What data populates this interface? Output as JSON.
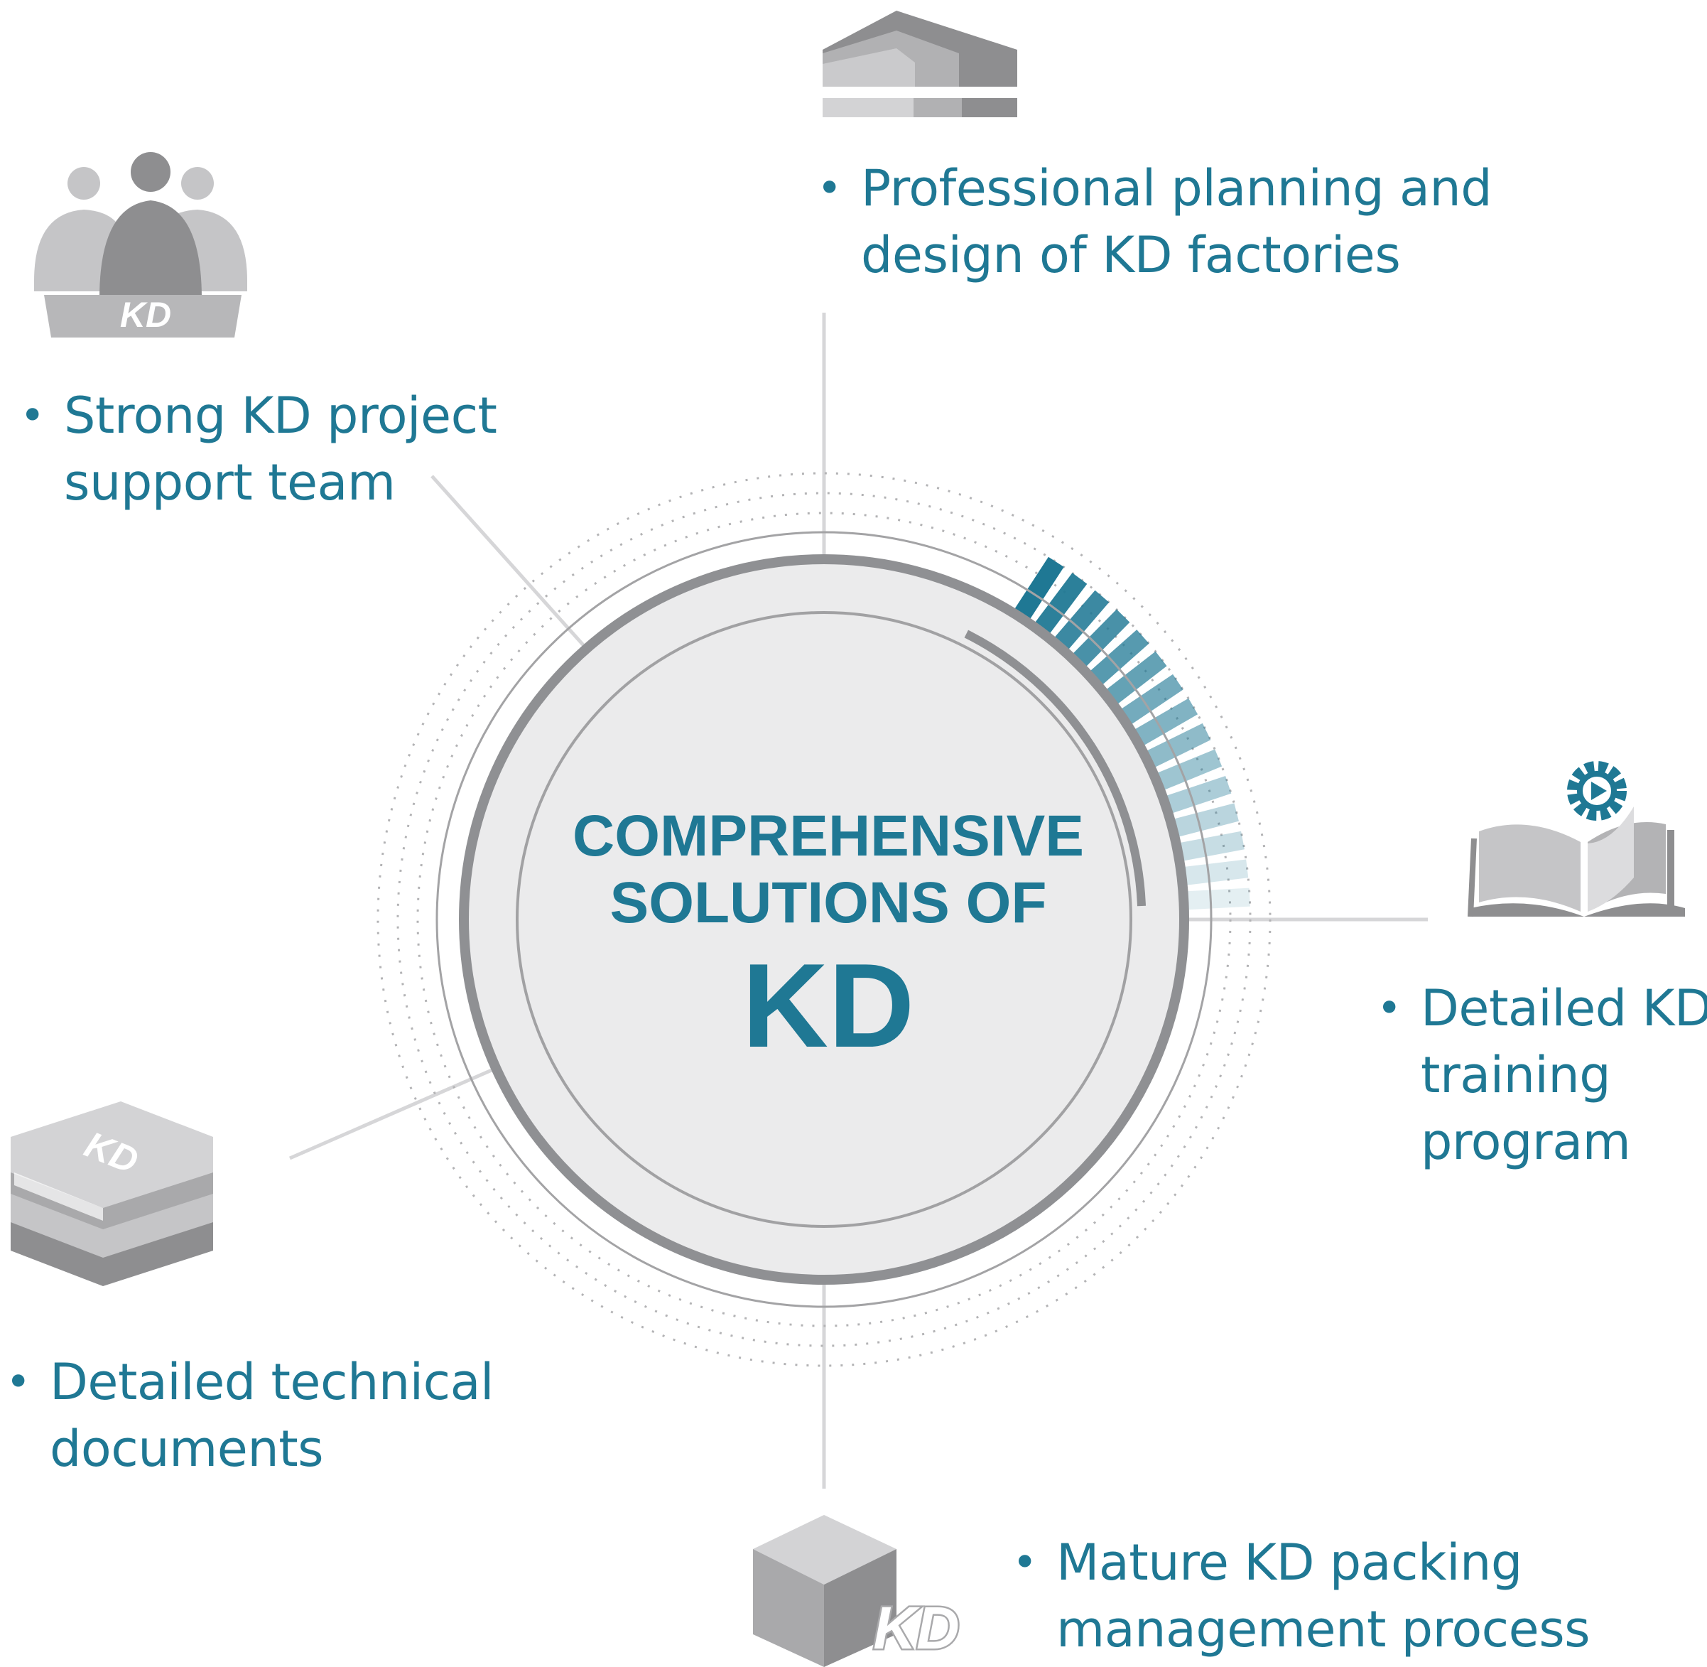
{
  "center": {
    "line1": "COMPREHENSIVE",
    "line2": "SOLUTIONS OF",
    "big": "KD"
  },
  "items": [
    {
      "icon": "factory-icon",
      "lines": [
        "Professional planning and",
        "design of KD factories"
      ]
    },
    {
      "icon": "team-icon",
      "icon_label": "KD",
      "lines": [
        "Strong KD project",
        "support team"
      ]
    },
    {
      "icon": "training-book-gear-icon",
      "lines": [
        "Detailed KD",
        "training",
        "program"
      ]
    },
    {
      "icon": "documents-stack-icon",
      "icon_label": "KD",
      "lines": [
        "Detailed technical",
        "documents"
      ]
    },
    {
      "icon": "package-box-icon",
      "icon_label": "KD",
      "lines": [
        "Mature KD packing",
        "management process"
      ]
    }
  ],
  "bullet": "•",
  "colors": {
    "accent": "#1f7894",
    "ring": "#8f9093",
    "circle_fill": "#ebebec",
    "icon_light": "#c5c5c7",
    "icon_mid": "#a9a9ab",
    "icon_dark": "#8a8a8c",
    "line": "#d6d6d8"
  }
}
